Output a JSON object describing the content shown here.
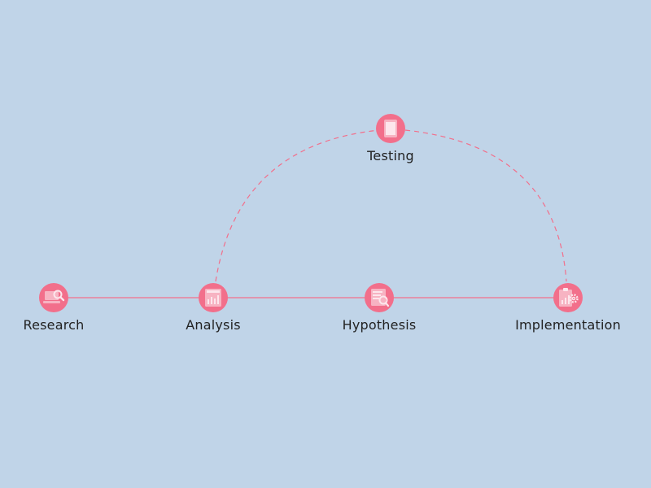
{
  "theme": {
    "background": "#c0d4e8",
    "accent": "#f26f8b",
    "icon_fill": "#f7b3c2",
    "icon_stroke": "#fde6ec",
    "label_color": "#222222"
  },
  "nodes": {
    "research": {
      "label": "Research",
      "icon": "laptop-search-icon"
    },
    "analysis": {
      "label": "Analysis",
      "icon": "analytics-chart-icon"
    },
    "hypothesis": {
      "label": "Hypothesis",
      "icon": "document-search-icon"
    },
    "implementation": {
      "label": "Implementation",
      "icon": "clipboard-gear-icon"
    },
    "testing": {
      "label": "Testing",
      "icon": "tablet-icon"
    }
  },
  "connections": [
    {
      "from": "research",
      "to": "analysis",
      "style": "solid"
    },
    {
      "from": "analysis",
      "to": "hypothesis",
      "style": "solid"
    },
    {
      "from": "hypothesis",
      "to": "implementation",
      "style": "solid"
    },
    {
      "from": "analysis",
      "to": "testing",
      "style": "dashed-arc"
    },
    {
      "from": "testing",
      "to": "implementation",
      "style": "dashed-arc"
    }
  ]
}
